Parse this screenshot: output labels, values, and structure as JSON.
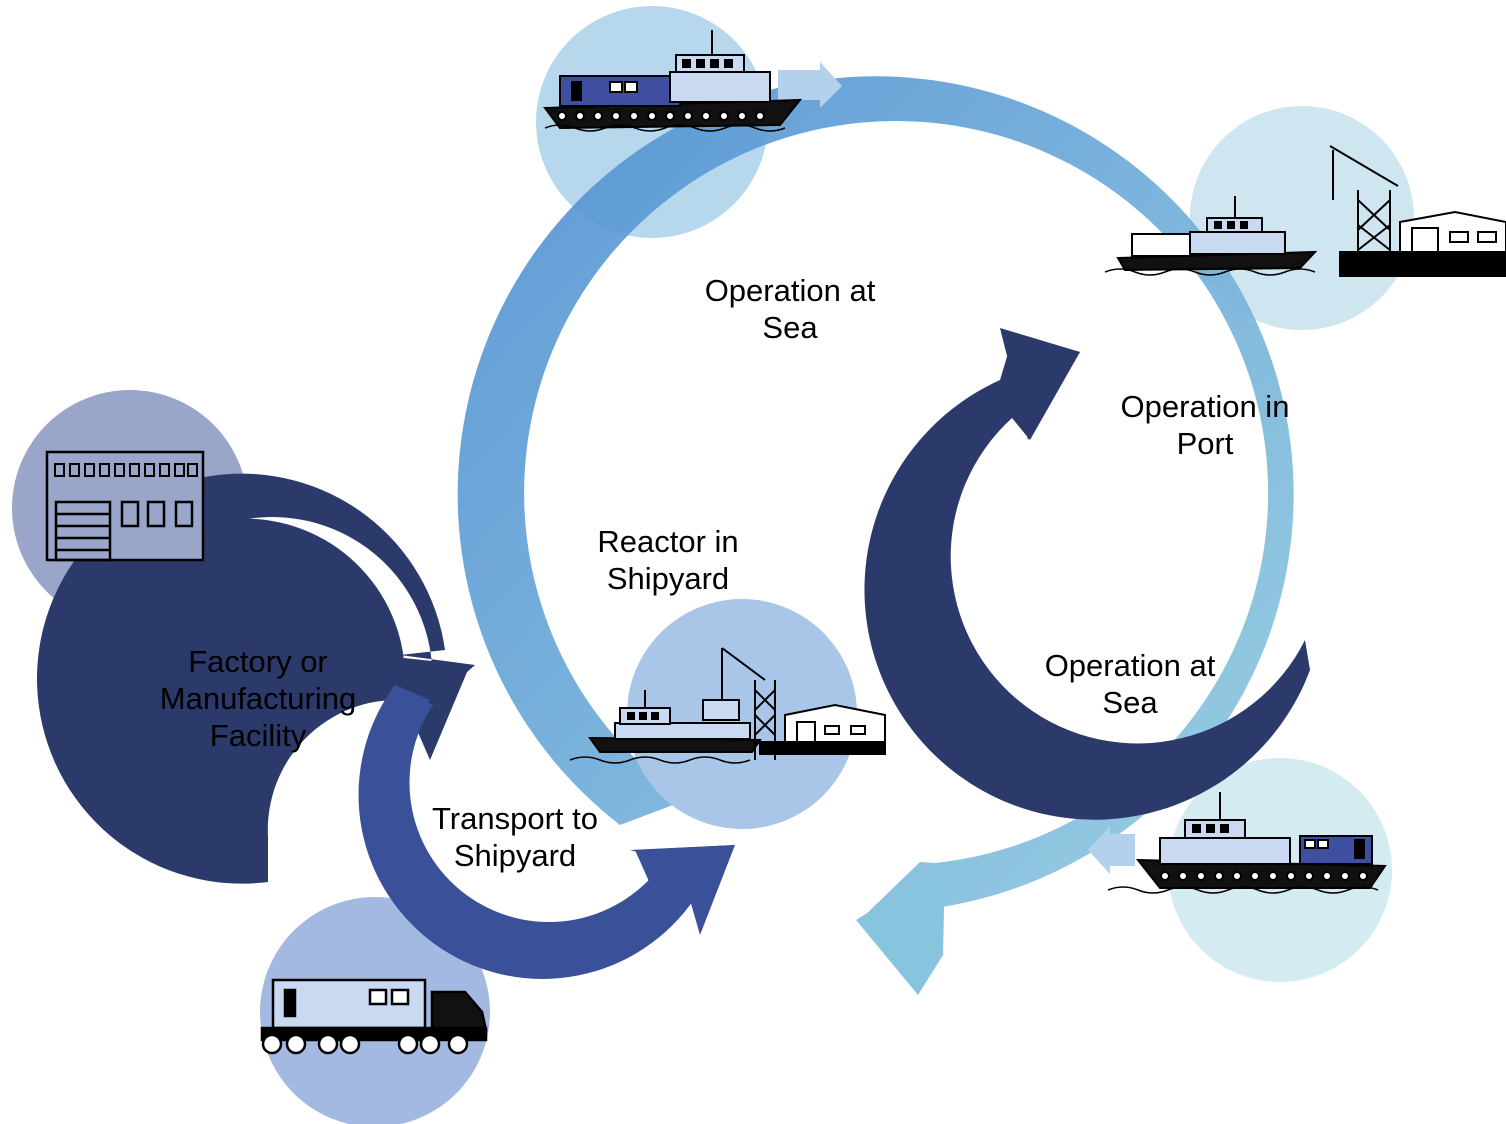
{
  "colors": {
    "navy": "#2b3a6b",
    "royal_blue": "#3a5199",
    "sea_blue_start": "#4f8fd2",
    "sea_blue_end": "#93cde0",
    "circle_factory": "#9aa6c9",
    "circle_truck": "#a4b9e1",
    "circle_shipyard": "#a9c6e8",
    "circle_sea_top": "#b6d7ec",
    "circle_port": "#cfe5f0",
    "circle_sea_bottom": "#d4ebf2",
    "illustration_fill": "#c9d9f2",
    "reactor_module": "#3f4fa0"
  },
  "icons": {
    "factory": "factory-building-icon",
    "truck": "truck-with-reactor-icon",
    "shipyard": "ship-in-shipyard-crane-icon",
    "sea_top": "ship-with-reactor-icon",
    "port": "ship-at-port-crane-icon",
    "sea_bottom": "ship-with-reactor-icon"
  },
  "labels": {
    "factory": [
      "Factory or",
      "Manufacturing",
      "Facility"
    ],
    "transport": [
      "Transport to",
      "Shipyard"
    ],
    "shipyard": [
      "Reactor in",
      "Shipyard"
    ],
    "sea_outer": [
      "Operation at",
      "Sea"
    ],
    "port": [
      "Operation in",
      "Port"
    ],
    "sea_inner": [
      "Operation at",
      "Sea"
    ]
  }
}
